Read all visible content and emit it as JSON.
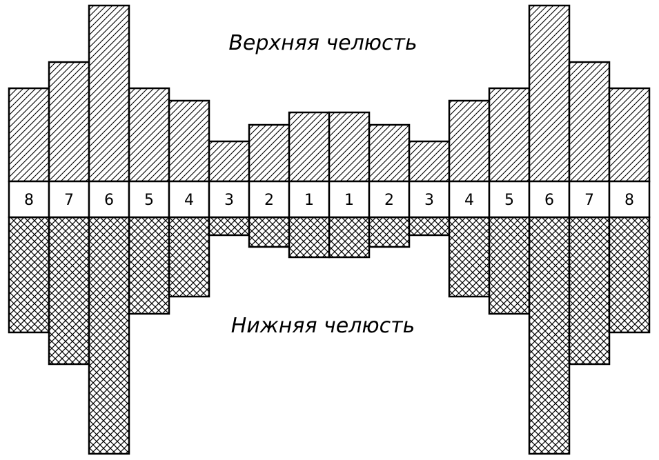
{
  "chart_data": {
    "type": "bar",
    "categories": [
      "8",
      "7",
      "6",
      "5",
      "4",
      "3",
      "2",
      "1",
      "1",
      "2",
      "3",
      "4",
      "5",
      "6",
      "7",
      "8"
    ],
    "series": [
      {
        "name": "Верхняя челюсть",
        "values": [
          135,
          173,
          255,
          135,
          117,
          58,
          82,
          100,
          100,
          82,
          58,
          117,
          135,
          255,
          173,
          135
        ]
      },
      {
        "name": "Нижняя челюсть",
        "values": [
          167,
          213,
          343,
          140,
          115,
          26,
          43,
          58,
          58,
          43,
          26,
          115,
          140,
          343,
          213,
          167
        ]
      }
    ],
    "title": "",
    "xlabel": "",
    "ylabel": "",
    "upper_hatch": "diagonal",
    "lower_hatch": "crosshatch",
    "colors": {
      "ink": "#000000",
      "paper": "#ffffff"
    }
  }
}
